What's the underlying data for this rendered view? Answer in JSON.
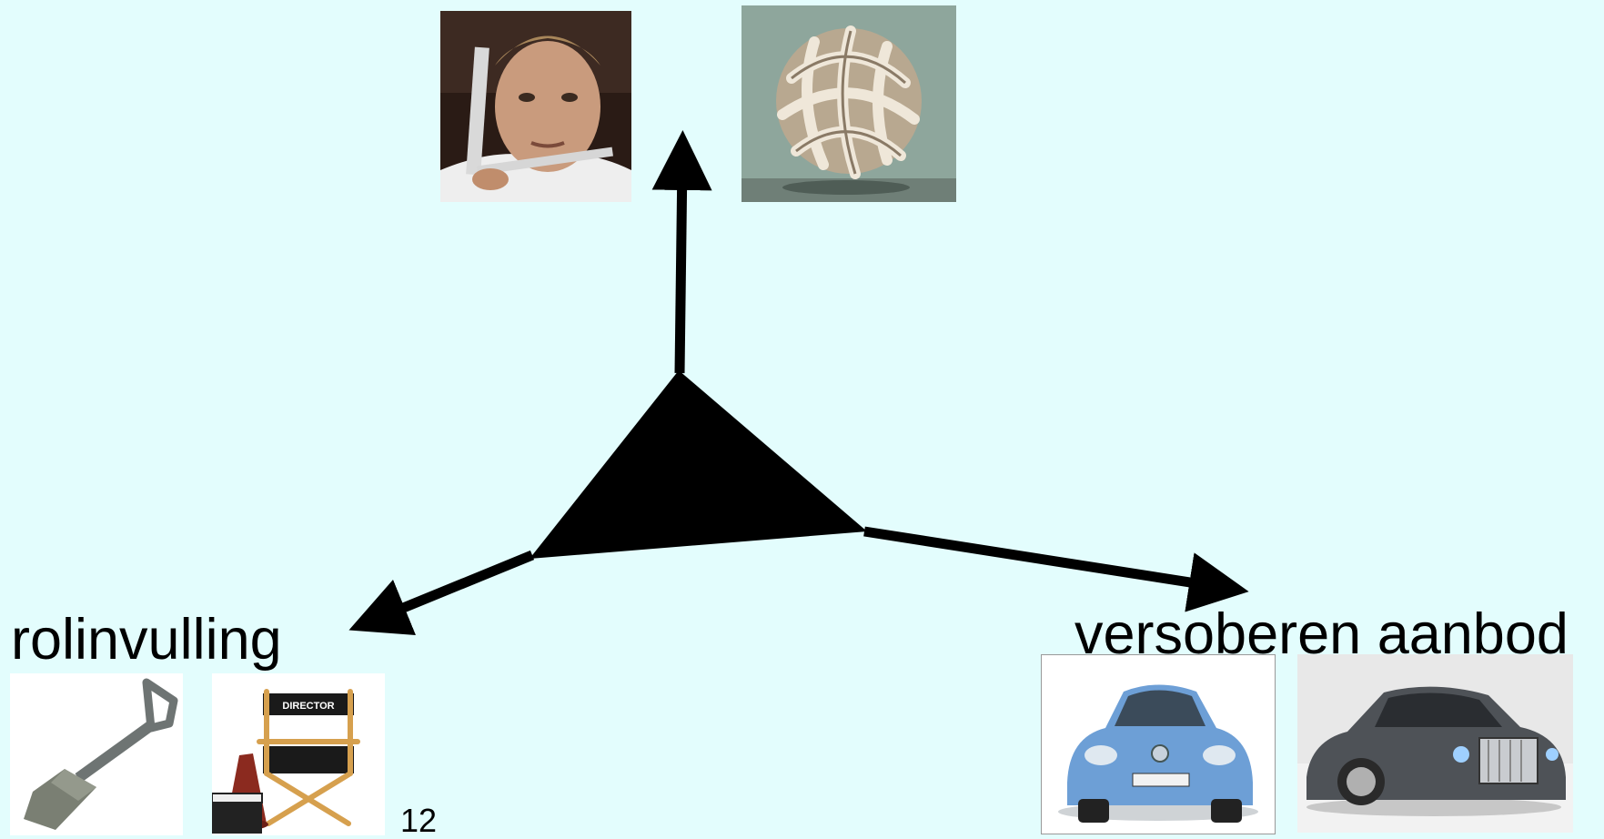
{
  "labels": {
    "left_axis": "rolinvulling",
    "right_axis": "versoberen aanbod",
    "page_number": "12"
  },
  "colors": {
    "background": "#e3fdfd",
    "arrow": "#000000"
  },
  "images": {
    "top": [
      "chef-with-knife",
      "knotted-ball-sculpture"
    ],
    "left": [
      "folding-shovel",
      "director-chair-with-clapperboard"
    ],
    "right": [
      "blue-hatchback-car",
      "luxury-sedan-car"
    ]
  }
}
